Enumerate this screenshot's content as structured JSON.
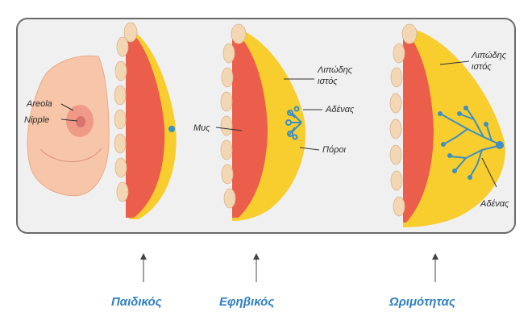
{
  "labels": {
    "areola": "Areola",
    "nipple": "Nipple",
    "mys": "Μυς",
    "lipodis_1": "Λιπώδης",
    "istos_1": "ιστός",
    "adenas_1": "Αδένας",
    "poroi": "Πόροι",
    "lipodis_2": "Λιπώδης",
    "istos_2": "ιστός",
    "adenas_2": "Αδένας"
  },
  "stages": {
    "childhood": "Παιδικός",
    "puberty": "Εφηβικός",
    "maturity": "Ωριμότητας"
  },
  "colors": {
    "skin": "#f7c6a8",
    "areola": "#ee9a86",
    "fat": "#f8cd2e",
    "muscle": "#ec5e4c",
    "rib": "#f3d7b4",
    "gland": "#3b8fc4",
    "stage_text": "#2f7fc4"
  }
}
